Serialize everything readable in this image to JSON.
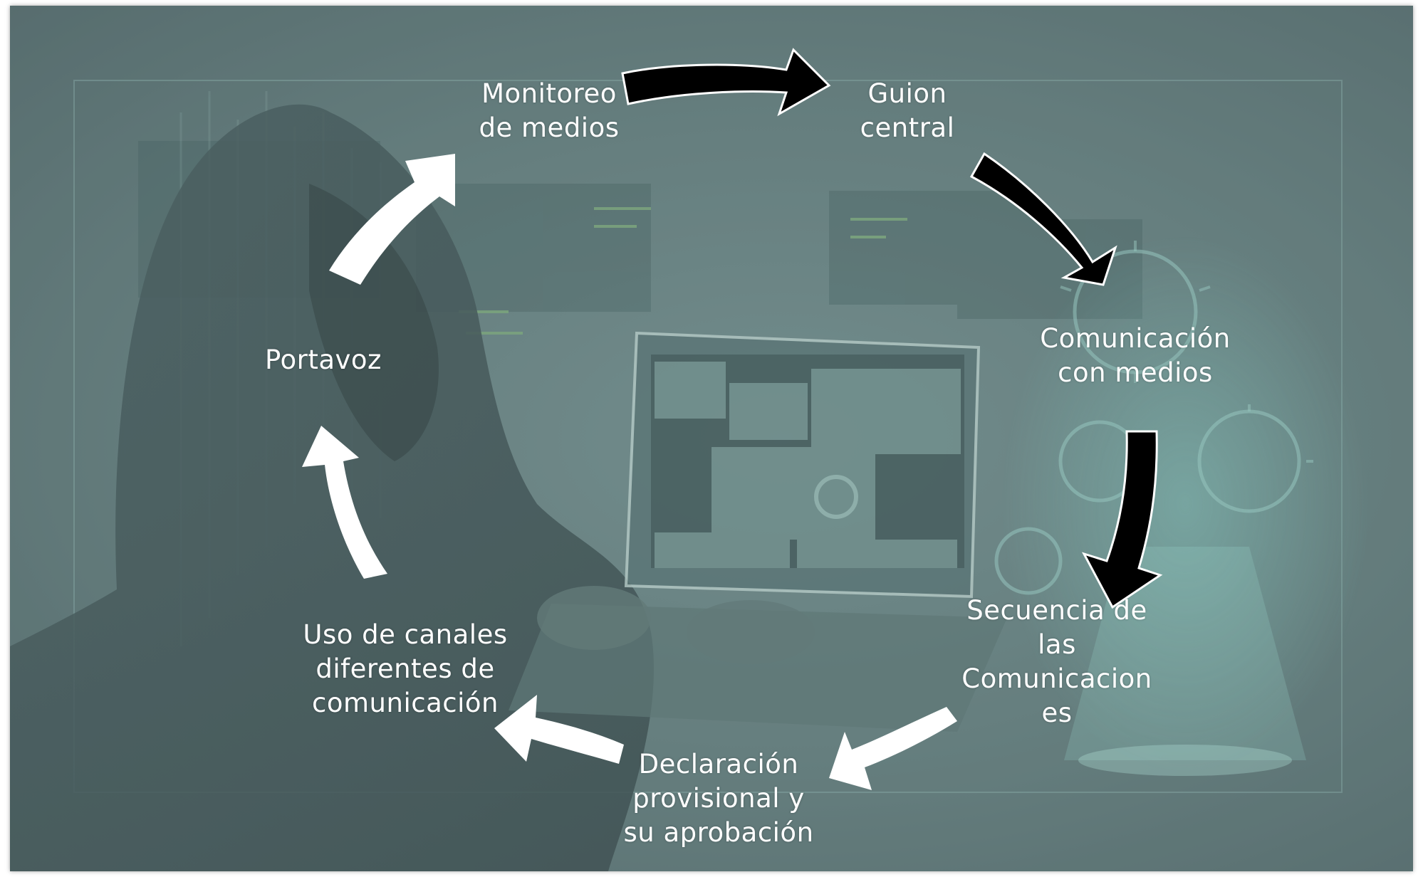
{
  "diagram": {
    "type": "cycle",
    "nodes": [
      {
        "id": "monitoreo",
        "label": "Monitoreo\nde medios"
      },
      {
        "id": "guion",
        "label": "Guion\ncentral"
      },
      {
        "id": "comunicacion",
        "label": "Comunicación\ncon medios"
      },
      {
        "id": "secuencia",
        "label": "Secuencia de\nlas\nComunicacion\nes"
      },
      {
        "id": "declaracion",
        "label": "Declaración\nprovisional y\nsu aprobación"
      },
      {
        "id": "uso",
        "label": "Uso de canales\ndiferentes de\ncomunicación"
      },
      {
        "id": "portavoz",
        "label": "Portavoz"
      }
    ],
    "edges": [
      {
        "from": "monitoreo",
        "to": "guion",
        "color": "#000000"
      },
      {
        "from": "guion",
        "to": "comunicacion",
        "color": "#000000"
      },
      {
        "from": "comunicacion",
        "to": "secuencia",
        "color": "#000000"
      },
      {
        "from": "secuencia",
        "to": "declaracion",
        "color": "#ffffff"
      },
      {
        "from": "declaracion",
        "to": "uso",
        "color": "#ffffff"
      },
      {
        "from": "uso",
        "to": "portavoz",
        "color": "#ffffff"
      },
      {
        "from": "portavoz",
        "to": "monitoreo",
        "color": "#ffffff"
      }
    ]
  },
  "background": {
    "description_icons": [
      "hooded-figure",
      "laptop",
      "virus",
      "code-screens"
    ],
    "tint": "#6a8585"
  }
}
